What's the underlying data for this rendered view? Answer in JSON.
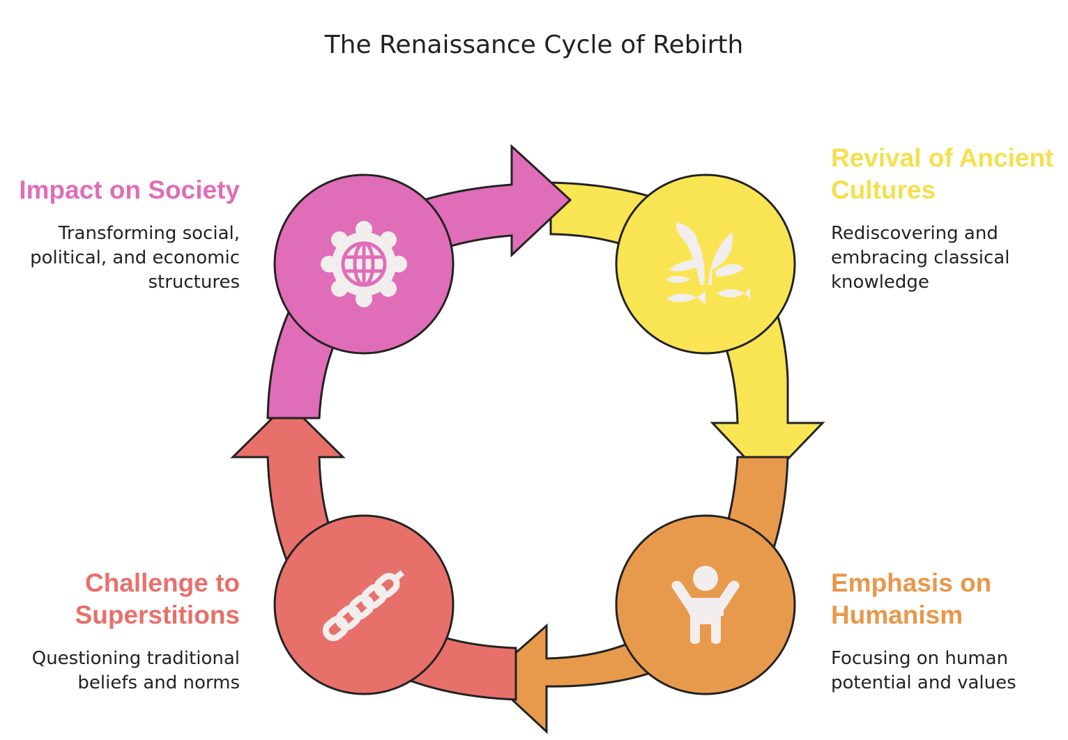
{
  "title": "The Renaissance Cycle of Rebirth",
  "colors": {
    "impact": "#e06db7",
    "revival": "#f9e553",
    "revival_heading": "#f4e04d",
    "humanism": "#e89a4c",
    "challenge": "#e8706a",
    "outline": "#222222",
    "icon": "#f2eeee"
  },
  "stages": {
    "impact": {
      "heading_line1": "Impact on Society",
      "desc_line1": "Transforming social,",
      "desc_line2": "political, and economic",
      "desc_line3": "structures",
      "icon": "globe-gear-icon"
    },
    "revival": {
      "heading_line1": "Revival of Ancient",
      "heading_line2": "Cultures",
      "desc_line1": "Rediscovering and",
      "desc_line2": "embracing classical",
      "desc_line3": "knowledge",
      "icon": "plant-fish-icon"
    },
    "humanism": {
      "heading_line1": "Emphasis on",
      "heading_line2": "Humanism",
      "desc_line1": "Focusing on human",
      "desc_line2": "potential and values",
      "icon": "person-arms-raised-icon"
    },
    "challenge": {
      "heading_line1": "Challenge to",
      "heading_line2": "Superstitions",
      "desc_line1": "Questioning traditional",
      "desc_line2": "beliefs and norms",
      "icon": "broken-chain-icon"
    }
  }
}
